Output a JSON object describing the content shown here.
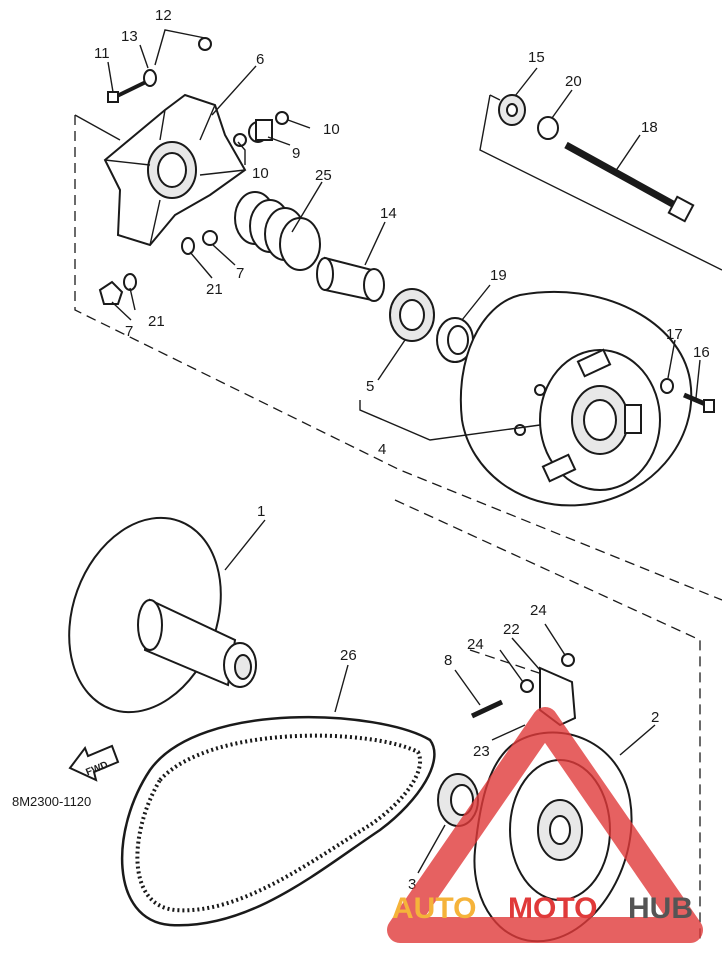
{
  "diagram": {
    "code": "8M2300-1120",
    "fwd_label": "FWD",
    "callouts": [
      {
        "id": "c1",
        "text": "1"
      },
      {
        "id": "c2",
        "text": "2"
      },
      {
        "id": "c3",
        "text": "3"
      },
      {
        "id": "c4",
        "text": "4"
      },
      {
        "id": "c5",
        "text": "5"
      },
      {
        "id": "c6",
        "text": "6"
      },
      {
        "id": "c7a",
        "text": "7"
      },
      {
        "id": "c7b",
        "text": "7"
      },
      {
        "id": "c8",
        "text": "8"
      },
      {
        "id": "c9",
        "text": "9"
      },
      {
        "id": "c10a",
        "text": "10"
      },
      {
        "id": "c10b",
        "text": "10"
      },
      {
        "id": "c11",
        "text": "11"
      },
      {
        "id": "c12",
        "text": "12"
      },
      {
        "id": "c13",
        "text": "13"
      },
      {
        "id": "c14",
        "text": "14"
      },
      {
        "id": "c15",
        "text": "15"
      },
      {
        "id": "c16",
        "text": "16"
      },
      {
        "id": "c17",
        "text": "17"
      },
      {
        "id": "c18",
        "text": "18"
      },
      {
        "id": "c19",
        "text": "19"
      },
      {
        "id": "c20",
        "text": "20"
      },
      {
        "id": "c21a",
        "text": "21"
      },
      {
        "id": "c21b",
        "text": "21"
      },
      {
        "id": "c22",
        "text": "22"
      },
      {
        "id": "c23",
        "text": "23"
      },
      {
        "id": "c24a",
        "text": "24"
      },
      {
        "id": "c24b",
        "text": "24"
      },
      {
        "id": "c25",
        "text": "25"
      },
      {
        "id": "c26",
        "text": "26"
      }
    ]
  },
  "watermark": {
    "part1": "AUTO",
    "part2": "MOTO",
    "part3": "HUB",
    "color_orange": "#f5b33a",
    "color_red": "#e03a3a",
    "color_gray": "#555555"
  }
}
